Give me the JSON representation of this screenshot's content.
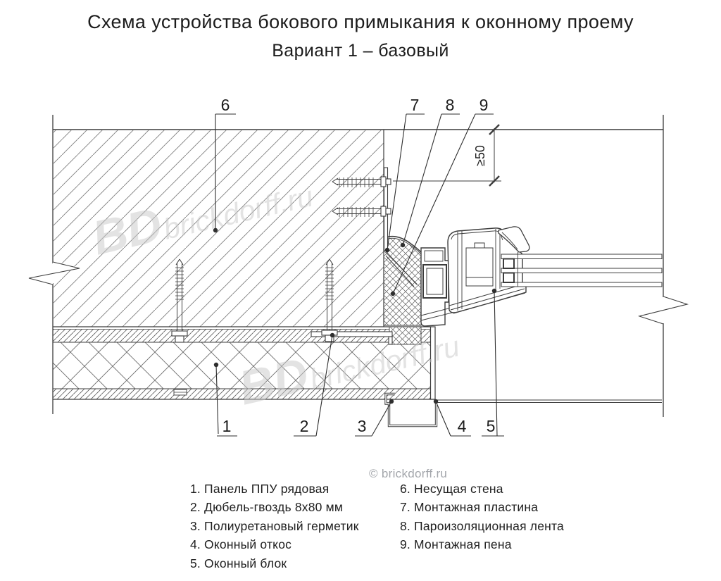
{
  "title": {
    "line1": "Схема устройства бокового примыкания к оконному проему",
    "line2": "Вариант 1 – базовый"
  },
  "drawing": {
    "dimension_label": "≥50",
    "callouts": {
      "n1": "1",
      "n2": "2",
      "n3": "3",
      "n4": "4",
      "n5": "5",
      "n6": "6",
      "n7": "7",
      "n8": "8",
      "n9": "9"
    },
    "watermark": {
      "initials": "BD",
      "site": "brickdorff.ru"
    }
  },
  "legend": {
    "left": [
      "1. Панель ППУ рядовая",
      "2. Дюбель-гвоздь 8х80 мм",
      "3. Полиуретановый герметик",
      "4. Оконный откос",
      "5. Оконный блок"
    ],
    "right": [
      "6. Несущая стена",
      "7. Монтажная пластина",
      "8. Пароизоляционная лента",
      "9. Монтажная пена"
    ]
  },
  "copyright": "© brickdorff.ru",
  "colors": {
    "line": "#3c3c3c",
    "hatch": "#707070",
    "watermark": "#c9c9c9",
    "text": "#1d1d1d",
    "copyright": "#a3a6ab"
  }
}
